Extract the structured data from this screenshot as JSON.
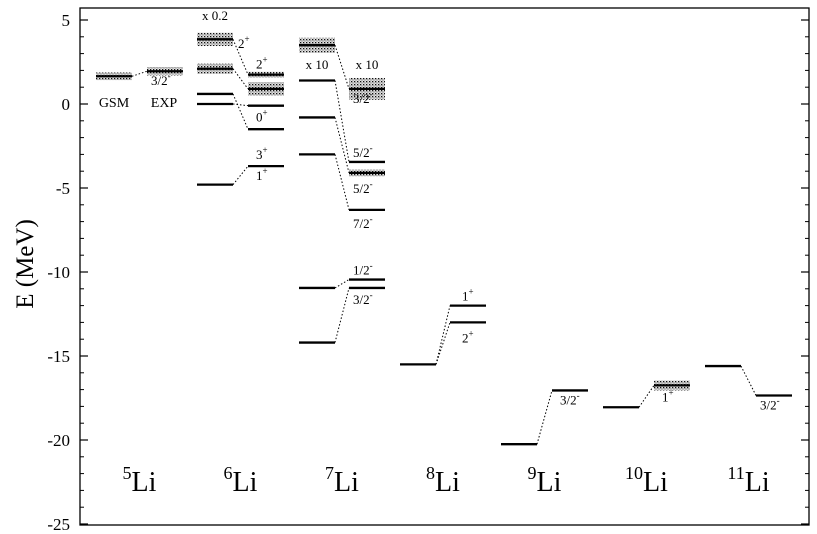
{
  "chart_data": {
    "type": "level-scheme",
    "ylabel": "E (MeV)",
    "ylim": [
      -25,
      6
    ],
    "yticks": [
      5,
      0,
      -5,
      -10,
      -15,
      -20,
      -25
    ],
    "column_labels": [
      "GSM",
      "EXP"
    ],
    "nuclei": [
      {
        "mass": "5",
        "element": "Li",
        "gsm": [
          {
            "E": 1.65,
            "width": 0.45
          }
        ],
        "exp": [
          {
            "E": 1.95,
            "width": 0.5,
            "label": "3/2",
            "parity": "-"
          }
        ],
        "connections": [
          [
            0,
            0
          ]
        ]
      },
      {
        "mass": "6",
        "element": "Li",
        "scale_note": "x 0.2",
        "gsm": [
          {
            "E": -4.8
          },
          {
            "E": 0.0
          },
          {
            "E": 0.6
          },
          {
            "E": 2.1,
            "width": 0.6
          },
          {
            "E": 3.85,
            "width": 0.8
          }
        ],
        "exp": [
          {
            "E": -3.7,
            "label": "1",
            "parity": "+"
          },
          {
            "E": -1.5,
            "label": "3",
            "parity": "+"
          },
          {
            "E": -0.1,
            "label": "0",
            "parity": "+"
          },
          {
            "E": 0.9,
            "width": 0.8
          },
          {
            "E": 1.75,
            "width": 0.35,
            "label": "2",
            "parity": "+"
          }
        ],
        "extra_labels": [
          {
            "text": "2",
            "parity": "+",
            "E": 3.7
          }
        ],
        "connections": [
          [
            0,
            0
          ],
          [
            1,
            2
          ],
          [
            2,
            1
          ],
          [
            3,
            3
          ],
          [
            4,
            4
          ]
        ]
      },
      {
        "mass": "7",
        "element": "Li",
        "scale_note": "x 10",
        "exp_scale_note": "x 10",
        "gsm": [
          {
            "E": -14.2
          },
          {
            "E": -10.95
          },
          {
            "E": -3.0
          },
          {
            "E": -0.8
          },
          {
            "E": 1.4
          },
          {
            "E": 3.5,
            "width": 0.9
          }
        ],
        "exp": [
          {
            "E": -10.95,
            "label": "3/2",
            "parity": "-"
          },
          {
            "E": -10.45,
            "label": "1/2",
            "parity": "-"
          },
          {
            "E": -6.3,
            "label": "7/2",
            "parity": "-"
          },
          {
            "E": -4.1,
            "width": 0.4,
            "label": "5/2",
            "parity": "-"
          },
          {
            "E": -3.45,
            "label": "5/2",
            "parity": "-"
          },
          {
            "E": 0.9,
            "width": 1.3,
            "label": "3/2",
            "parity": "-"
          }
        ],
        "connections": [
          [
            0,
            0
          ],
          [
            1,
            1
          ],
          [
            2,
            2
          ],
          [
            3,
            3
          ],
          [
            4,
            4
          ],
          [
            5,
            5
          ]
        ]
      },
      {
        "mass": "8",
        "element": "Li",
        "gsm": [
          {
            "E": -15.5
          }
        ],
        "exp": [
          {
            "E": -13.0,
            "label": "2",
            "parity": "+"
          },
          {
            "E": -12.0,
            "label": "1",
            "parity": "+"
          }
        ],
        "connections": [
          [
            0,
            0
          ],
          [
            0,
            1
          ]
        ]
      },
      {
        "mass": "9",
        "element": "Li",
        "gsm": [
          {
            "E": -20.25
          }
        ],
        "exp": [
          {
            "E": -17.05,
            "label": "3/2",
            "parity": "-"
          }
        ],
        "connections": [
          [
            0,
            0
          ]
        ]
      },
      {
        "mass": "10",
        "element": "Li",
        "gsm": [
          {
            "E": -18.05
          }
        ],
        "exp": [
          {
            "E": -16.75,
            "width": 0.6,
            "label": "1",
            "parity": "+"
          }
        ],
        "connections": [
          [
            0,
            0
          ]
        ]
      },
      {
        "mass": "11",
        "element": "Li",
        "gsm": [
          {
            "E": -15.6
          }
        ],
        "exp": [
          {
            "E": -17.35,
            "label": "3/2",
            "parity": "-"
          }
        ],
        "connections": [
          [
            0,
            0
          ]
        ]
      }
    ]
  }
}
